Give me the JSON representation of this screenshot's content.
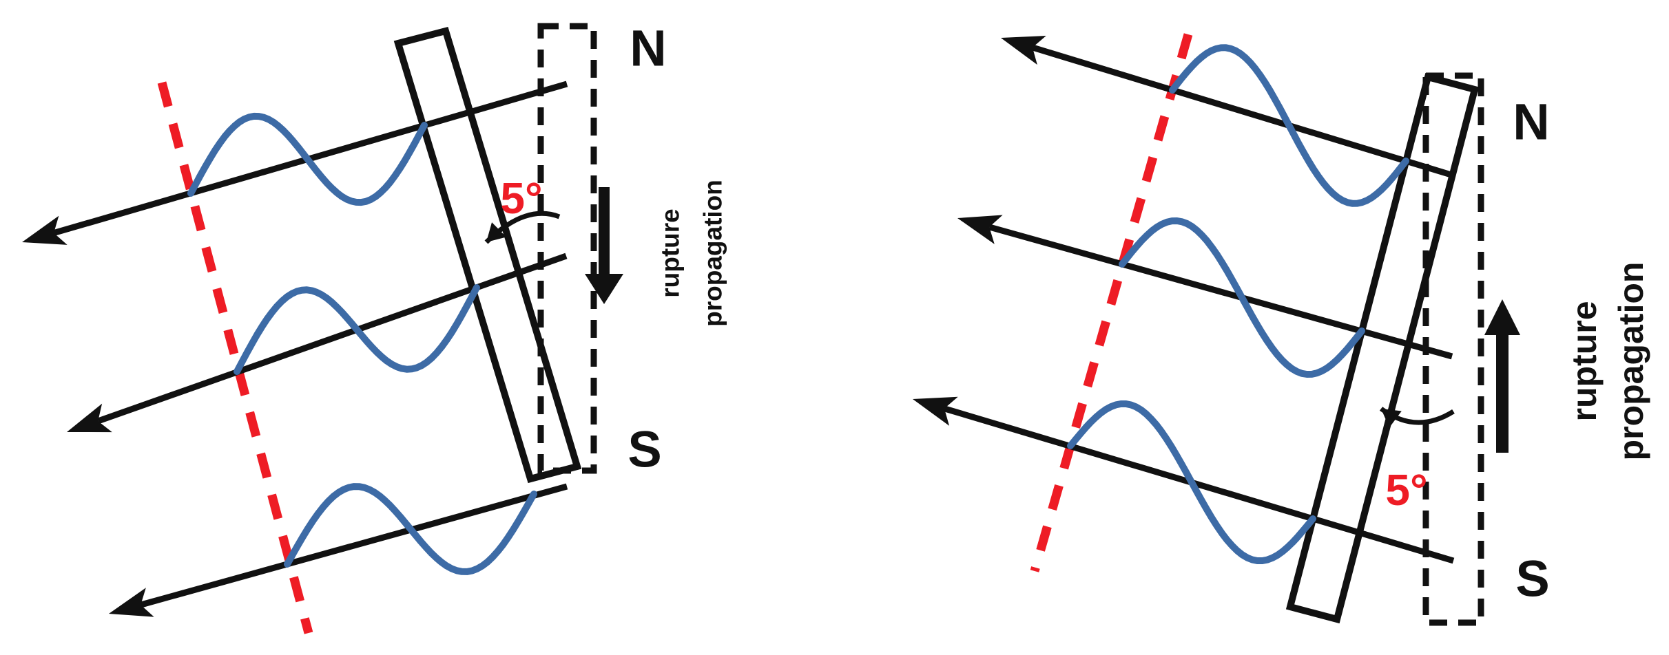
{
  "figure": {
    "description": "Two-panel fault rupture directivity diagram with tilted fault planes, seismic rays, waveforms and wavefronts"
  },
  "colors": {
    "ink": "#111111",
    "wave_blue": "#3d6ba6",
    "accent_red": "#ee1c25",
    "background": "#ffffff"
  },
  "panels": [
    {
      "id": "southward-rupture",
      "north_label": "N",
      "south_label": "S",
      "angle_label": "5°",
      "rupture_word1": "rupture",
      "rupture_word2": "propagation",
      "rupture_direction": "down"
    },
    {
      "id": "northward-rupture",
      "north_label": "N",
      "south_label": "S",
      "angle_label": "5°",
      "rupture_word1": "rupture",
      "rupture_word2": "propagation",
      "rupture_direction": "up"
    }
  ]
}
